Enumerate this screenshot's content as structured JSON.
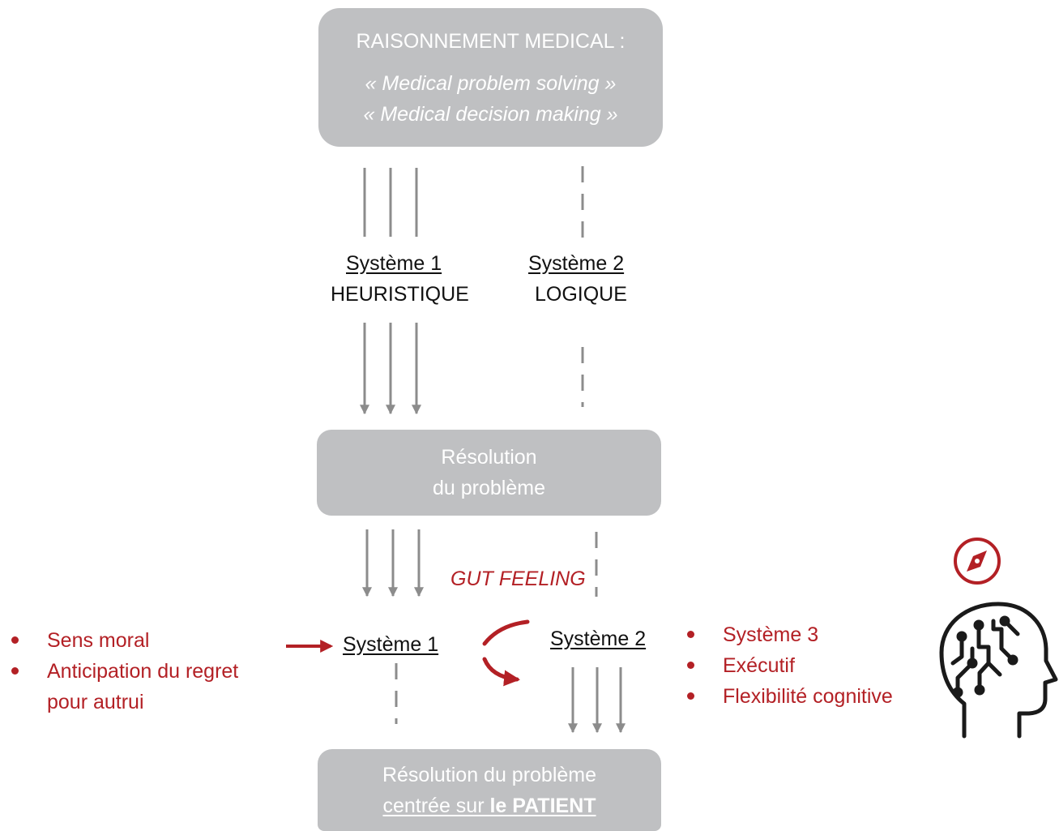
{
  "top_box": {
    "title": "RAISONNEMENT MEDICAL :",
    "line1": "« Medical problem solving »",
    "line2": "« Medical decision making »"
  },
  "system1_top": {
    "name": "Système 1",
    "type": "HEURISTIQUE"
  },
  "system2_top": {
    "name": "Système 2",
    "type": "LOGIQUE"
  },
  "mid_box": {
    "line1": "Résolution",
    "line2": "du problème"
  },
  "gut_feeling": "GUT FEELING",
  "system1_bottom": "Système 1",
  "system2_bottom": "Système 2",
  "left_bullets": {
    "item1": "Sens moral",
    "item2_line1": "Anticipation du regret",
    "item2_line2": "pour autrui"
  },
  "right_bullets": [
    "Système 3",
    "Exécutif",
    "Flexibilité cognitive"
  ],
  "bottom_box": {
    "line1": "Résolution du problème",
    "line2_pre": "centrée sur ",
    "line2_bold": "le PATIENT"
  },
  "icons": [
    "compass-icon",
    "brain-circuit-icon"
  ],
  "colors": {
    "box_gray": "#bfc0c2",
    "arrow_gray": "#8c8c8c",
    "accent_red": "#b32025"
  }
}
